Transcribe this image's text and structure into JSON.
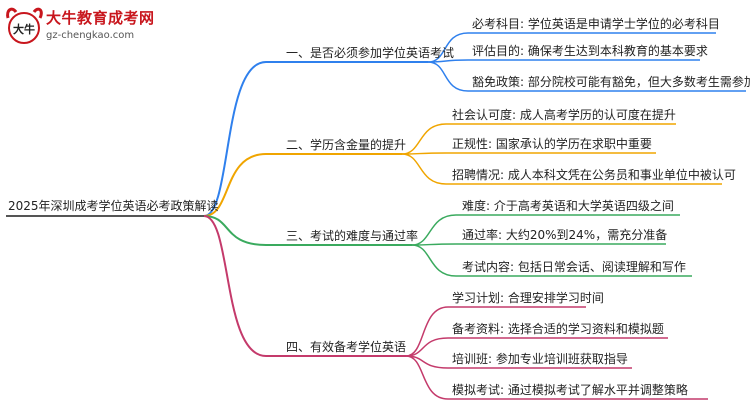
{
  "logo": {
    "name": "大牛教育成考网",
    "url": "gz-chengkao.com",
    "mark_text": "大牛"
  },
  "colors": {
    "root": "#555555",
    "branch1": "#2f80ed",
    "branch2": "#f0a500",
    "branch3": "#3aaa5e",
    "branch4": "#c43a6b"
  },
  "mindmap": {
    "root": "2025年深圳成考学位英语必考政策解读",
    "branches": [
      {
        "label": "一、是否必须参加学位英语考试",
        "leaves": [
          "必考科目: 学位英语是申请学士学位的必考科目",
          "评估目的: 确保考生达到本科教育的基本要求",
          "豁免政策: 部分院校可能有豁免，但大多数考生需参加"
        ]
      },
      {
        "label": "二、学历含金量的提升",
        "leaves": [
          "社会认可度: 成人高考学历的认可度在提升",
          "正规性: 国家承认的学历在求职中重要",
          "招聘情况: 成人本科文凭在公务员和事业单位中被认可"
        ]
      },
      {
        "label": "三、考试的难度与通过率",
        "leaves": [
          "难度: 介于高考英语和大学英语四级之间",
          "通过率: 大约20%到24%，需充分准备",
          "考试内容: 包括日常会话、阅读理解和写作"
        ]
      },
      {
        "label": "四、有效备考学位英语",
        "leaves": [
          "学习计划: 合理安排学习时间",
          "备考资料: 选择合适的学习资料和模拟题",
          "培训班: 参加专业培训班获取指导",
          "模拟考试: 通过模拟考试了解水平并调整策略"
        ]
      }
    ]
  }
}
